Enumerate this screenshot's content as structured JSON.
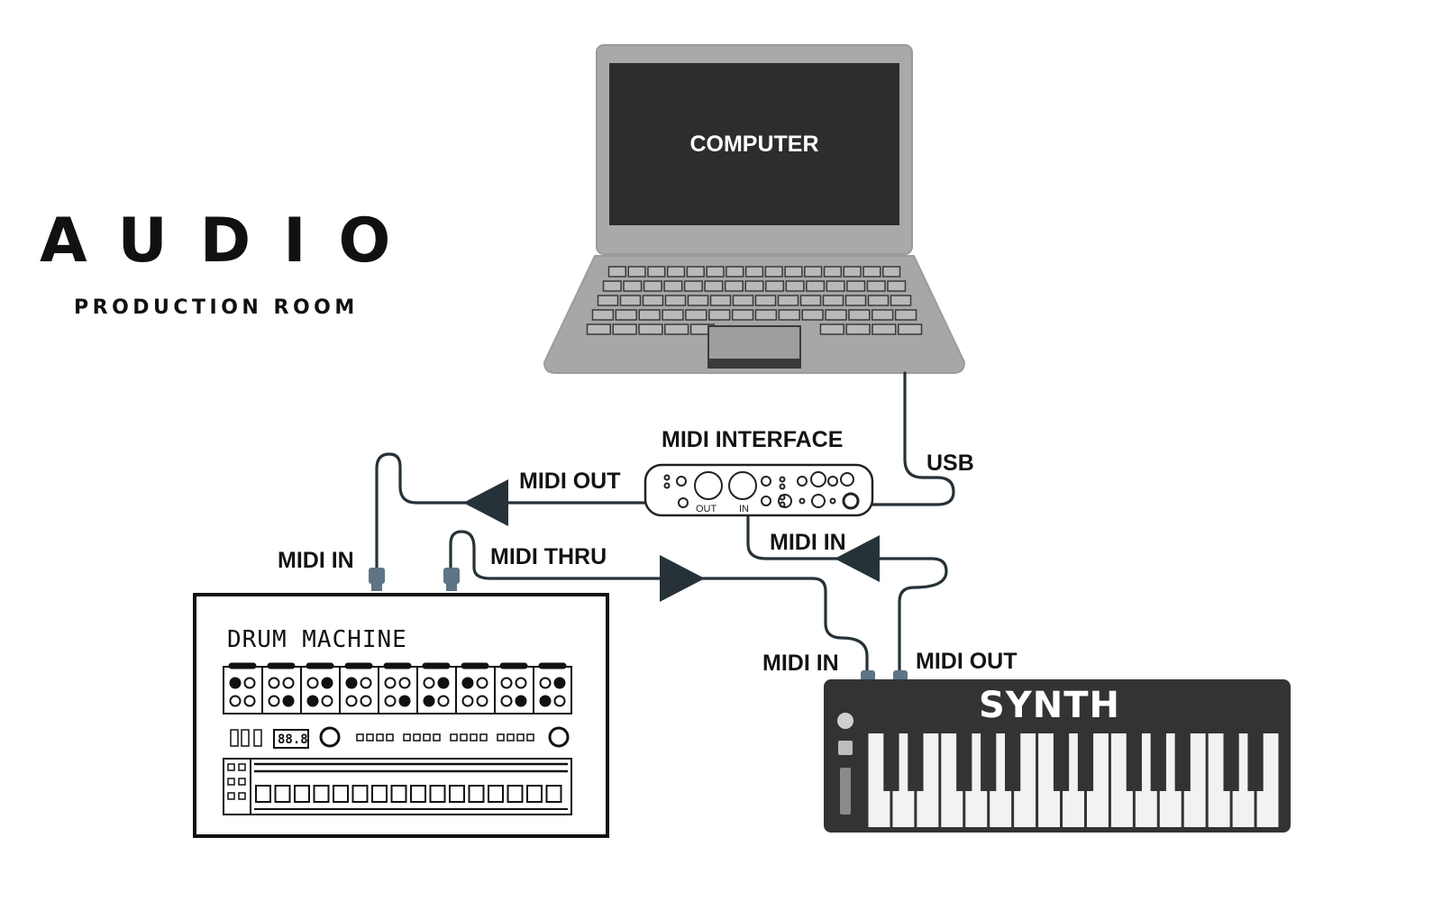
{
  "brand": {
    "name": "AUDIO",
    "tagline": "PRODUCTION ROOM",
    "logo_icon": "sound-wave-icon",
    "colors": {
      "wave_light": "#29a8e8",
      "wave_dark": "#1035b0"
    }
  },
  "devices": {
    "computer": {
      "label": "COMPUTER",
      "icon": "laptop-icon"
    },
    "midi_interface": {
      "label": "MIDI INTERFACE",
      "out_label": "OUT",
      "in_label": "IN"
    },
    "drum_machine": {
      "label": "DRUM MACHINE",
      "display_value": "88.8"
    },
    "synth": {
      "label": "SYNTH"
    }
  },
  "connections": {
    "usb": "USB",
    "interface_midi_out": "MIDI OUT",
    "interface_midi_in": "MIDI IN",
    "drum_midi_in": "MIDI IN",
    "drum_midi_thru": "MIDI THRU",
    "synth_midi_in": "MIDI IN",
    "synth_midi_out": "MIDI OUT"
  },
  "colors": {
    "cable": "#263238",
    "laptop_body": "#a7a7a7",
    "screen": "#2d2d2d",
    "synth_body": "#333333",
    "connector": "#5d7585"
  }
}
